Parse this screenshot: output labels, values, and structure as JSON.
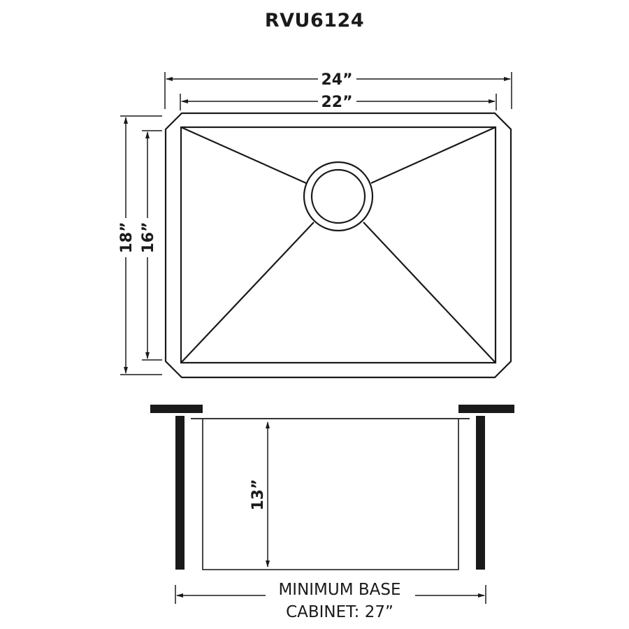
{
  "title": "RVU6124",
  "top_view": {
    "overall_width": "24”",
    "inner_width": "22”",
    "overall_depth": "18”",
    "inner_depth": "16”"
  },
  "side_view": {
    "bowl_depth": "13”",
    "cabinet_label_line1": "MINIMUM BASE",
    "cabinet_label_line2": "CABINET: 27”"
  },
  "colors": {
    "line": "#1a1a1a",
    "background": "#ffffff"
  }
}
